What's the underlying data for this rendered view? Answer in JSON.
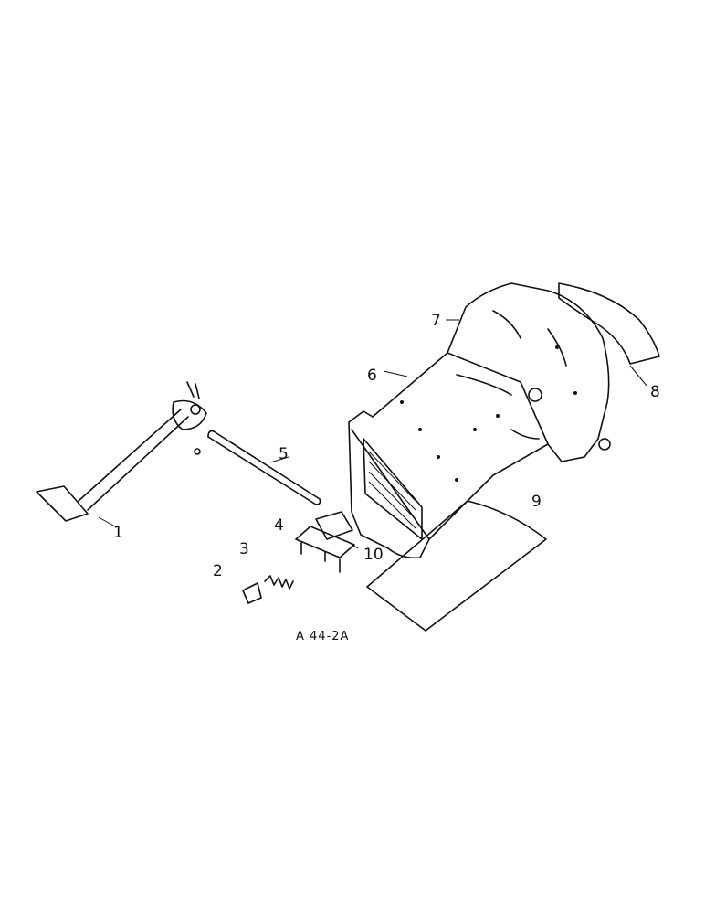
{
  "figure": {
    "id_label": "A 44-2A"
  },
  "callouts": [
    {
      "key": "c1",
      "text": "1"
    },
    {
      "key": "c2",
      "text": "2"
    },
    {
      "key": "c3",
      "text": "3"
    },
    {
      "key": "c4",
      "text": "4"
    },
    {
      "key": "c5",
      "text": "5"
    },
    {
      "key": "c6",
      "text": "6"
    },
    {
      "key": "c7",
      "text": "7"
    },
    {
      "key": "c8",
      "text": "8"
    },
    {
      "key": "c9",
      "text": "9"
    },
    {
      "key": "c10",
      "text": "10"
    }
  ]
}
